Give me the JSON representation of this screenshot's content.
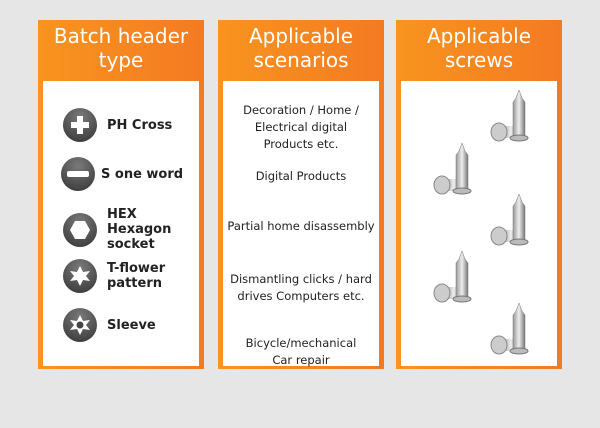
{
  "columns": [
    {
      "title": "Batch header type",
      "items": [
        {
          "label": "PH Cross",
          "icon": "ph-cross-icon"
        },
        {
          "label": "S one word",
          "icon": "slotted-icon"
        },
        {
          "label": "HEX Hexagon socket",
          "icon": "hex-socket-icon"
        },
        {
          "label": "T-flower pattern",
          "icon": "torx-icon"
        },
        {
          "label": "Sleeve",
          "icon": "security-torx-icon"
        }
      ]
    },
    {
      "title": "Applicable scenarios",
      "items": [
        "Decoration / Home / Electrical digital Products etc.",
        "Digital Products",
        "Partial home disassembly",
        "Dismantling clicks / hard drives Computers etc.",
        "Bicycle/mechanical Car repair"
      ]
    },
    {
      "title": "Applicable screws"
    }
  ],
  "colors": {
    "accent": "#f68a20"
  }
}
